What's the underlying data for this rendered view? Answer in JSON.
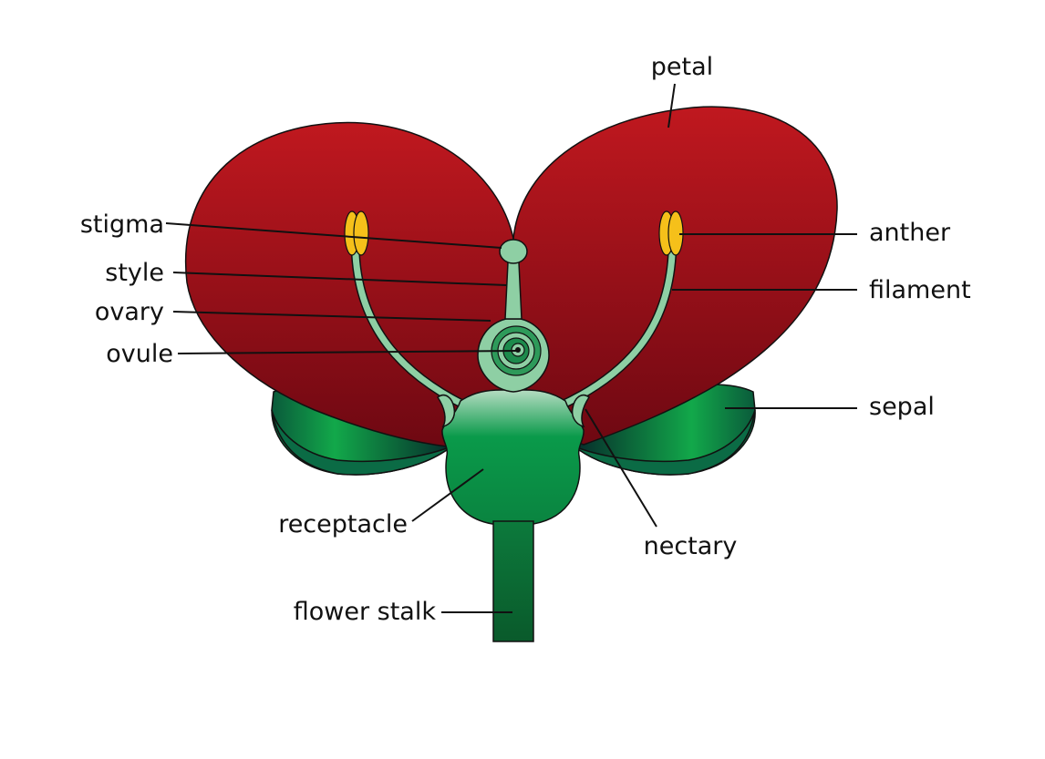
{
  "labels": {
    "petal": "petal",
    "stigma": "stigma",
    "anther": "anther",
    "style": "style",
    "filament": "filament",
    "ovary": "ovary",
    "ovule": "ovule",
    "sepal": "sepal",
    "receptacle": "receptacle",
    "nectary": "nectary",
    "flower_stalk": "flower stalk"
  },
  "colors": {
    "petal_top": "#c0181f",
    "petal_bottom": "#6e0812",
    "sepal_light": "#12a84a",
    "sepal_dark": "#074a35",
    "receptacle_top": "#b5dcc2",
    "receptacle_bottom": "#0a8c45",
    "stalk_top": "#0c7a3c",
    "stalk_bottom": "#0a5a2b",
    "carpel": "#8ecfa4",
    "anther": "#f5c01a",
    "ovule": "#1d8a4c"
  }
}
